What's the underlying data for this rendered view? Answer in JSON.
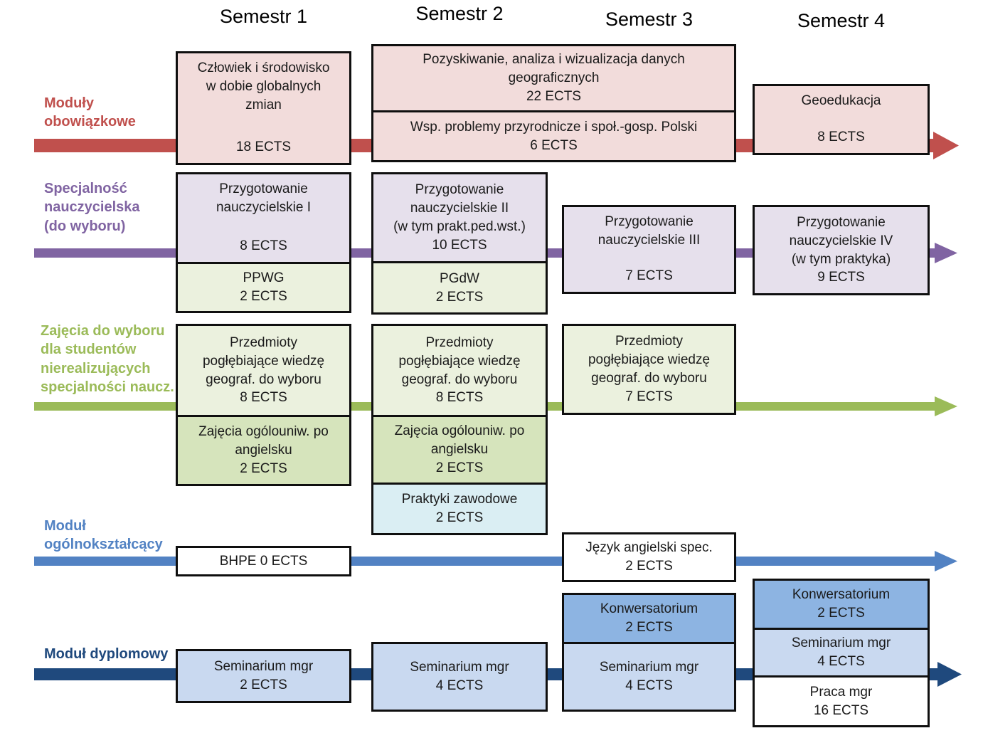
{
  "semester_headers": [
    "Semestr 1",
    "Semestr 2",
    "Semestr 3",
    "Semestr 4"
  ],
  "rows": [
    {
      "label": "Moduły\nobowiązkowe",
      "color": "#C0504D",
      "boxes": [
        {
          "sections": [
            {
              "fill": "#F2DCDB",
              "title": "Człowiek i środowisko\nw dobie globalnych\nzmian",
              "ects": "18 ECTS"
            }
          ]
        },
        {
          "sections": [
            {
              "fill": "#F2DCDB",
              "text": "Pozyskiwanie, analiza i wizualizacja danych\ngeograficznych\n22 ECTS"
            },
            {
              "fill": "#F2DCDB",
              "text": "Wsp. problemy przyrodnicze i społ.-gosp. Polski\n6 ECTS"
            }
          ]
        },
        {
          "sections": [
            {
              "fill": "#F2DCDB",
              "title": "Geoedukacja",
              "ects": "8 ECTS"
            }
          ]
        }
      ]
    },
    {
      "label": "Specjalność\nnauczycielska\n(do wyboru)",
      "color": "#8064A2",
      "boxes": [
        {
          "sections": [
            {
              "fill": "#E6E0EC",
              "title": "Przygotowanie\nnauczycielskie I",
              "ects": "8 ECTS"
            },
            {
              "fill": "#EBF1DE",
              "text": "PPWG\n2 ECTS"
            }
          ]
        },
        {
          "sections": [
            {
              "fill": "#E6E0EC",
              "text": "Przygotowanie\nnauczycielskie II\n(w tym prakt.ped.wst.)\n10 ECTS"
            },
            {
              "fill": "#EBF1DE",
              "text": "PGdW\n2 ECTS"
            }
          ]
        },
        {
          "sections": [
            {
              "fill": "#E6E0EC",
              "title": "Przygotowanie\nnauczycielskie III",
              "ects": "7 ECTS"
            }
          ]
        },
        {
          "sections": [
            {
              "fill": "#E6E0EC",
              "text": "Przygotowanie\nnauczycielskie IV\n(w tym praktyka)\n9 ECTS"
            }
          ]
        }
      ]
    },
    {
      "label": "Zajęcia do wyboru\ndla studentów\nnierealizujących\nspecjalności naucz.",
      "color": "#9BBB59",
      "boxes": [
        {
          "sections": [
            {
              "fill": "#EBF1DE",
              "text": "Przedmioty\npogłębiające wiedzę\ngeograf. do wyboru\n8 ECTS"
            },
            {
              "fill": "#D6E4BC",
              "text": "Zajęcia ogólouniw. po\nangielsku\n2 ECTS"
            }
          ]
        },
        {
          "sections": [
            {
              "fill": "#EBF1DE",
              "text": "Przedmioty\npogłębiające wiedzę\ngeograf. do wyboru\n8 ECTS"
            },
            {
              "fill": "#D6E4BC",
              "text": "Zajęcia ogólouniw. po\nangielsku\n2 ECTS"
            },
            {
              "fill": "#DAEEF3",
              "text": "Praktyki zawodowe\n2 ECTS"
            }
          ]
        },
        {
          "sections": [
            {
              "fill": "#EBF1DE",
              "text": "Przedmioty\npogłębiające wiedzę\ngeograf. do wyboru\n7 ECTS"
            }
          ]
        }
      ]
    },
    {
      "label": "Moduł\nogólnokształcący",
      "color": "#5282C3",
      "boxes": [
        {
          "sections": [
            {
              "fill": "#FFFFFF",
              "text": "BHPE 0 ECTS"
            }
          ]
        },
        {
          "sections": [
            {
              "fill": "#FFFFFF",
              "text": "Język angielski spec.\n2 ECTS"
            }
          ]
        }
      ]
    },
    {
      "label": "Moduł dyplomowy",
      "color": "#1F497D",
      "boxes": [
        {
          "sections": [
            {
              "fill": "#C9D9F0",
              "text": "Seminarium mgr\n2 ECTS"
            }
          ]
        },
        {
          "sections": [
            {
              "fill": "#C9D9F0",
              "text": "Seminarium mgr\n4 ECTS"
            }
          ]
        },
        {
          "sections": [
            {
              "fill": "#8DB4E2",
              "text": "Konwersatorium\n2 ECTS"
            },
            {
              "fill": "#C9D9F0",
              "text": "Seminarium mgr\n4 ECTS"
            }
          ]
        },
        {
          "sections": [
            {
              "fill": "#8DB4E2",
              "text": "Konwersatorium\n2 ECTS"
            },
            {
              "fill": "#C9D9F0",
              "text": "Seminarium mgr\n4 ECTS"
            },
            {
              "fill": "#FFFFFF",
              "text": "Praca mgr\n16 ECTS"
            }
          ]
        }
      ]
    }
  ]
}
